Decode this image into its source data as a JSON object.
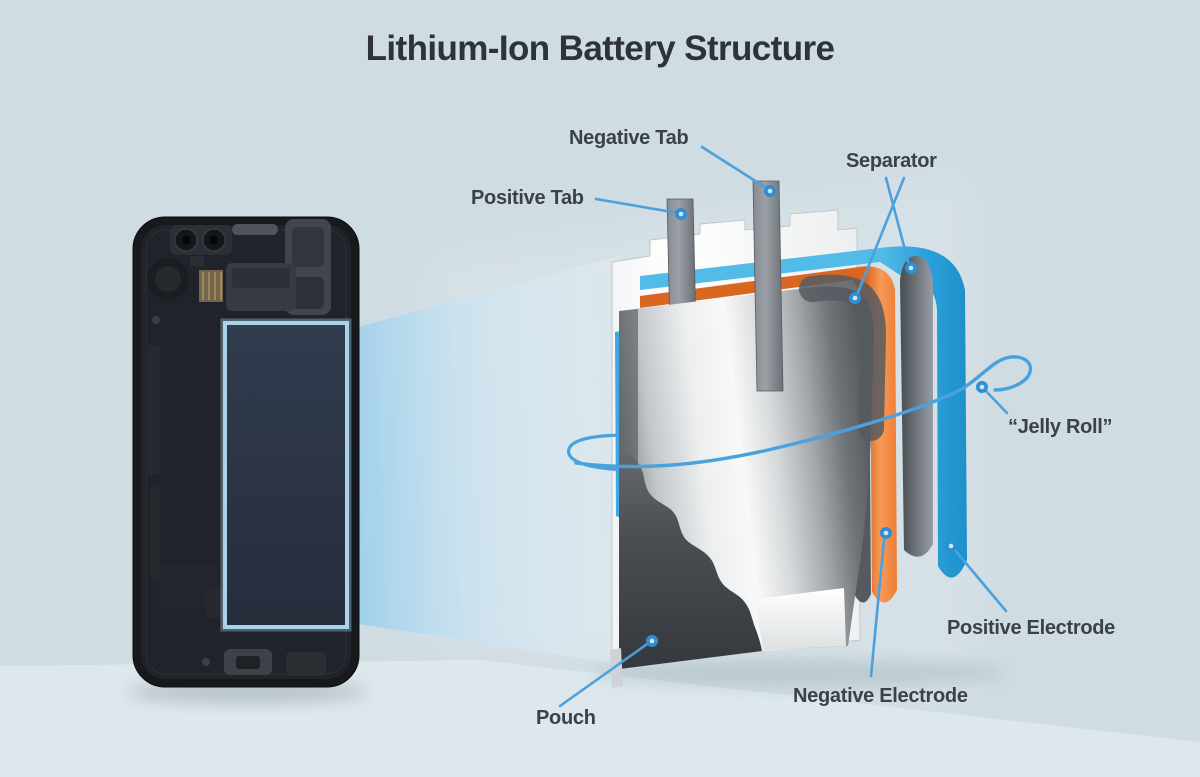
{
  "title": "Lithium-Ion Battery Structure",
  "labels": {
    "negative_tab": "Negative Tab",
    "positive_tab": "Positive Tab",
    "separator": "Separator",
    "jelly_roll": "“Jelly Roll”",
    "positive_electrode": "Positive Electrode",
    "negative_electrode": "Negative Electrode",
    "pouch": "Pouch"
  },
  "colors": {
    "background": "#cfdce2",
    "title_text": "#2e3338",
    "label_text": "#3b4147",
    "callout_line": "#4aa1dd",
    "callout_dot": "#2e8fd2",
    "positive_electrode_blue": "#2ba2dc",
    "negative_electrode_orange": "#f28a4a",
    "separator_gray": "#7b8187",
    "pouch_white": "#ffffff",
    "beam_blue": "#a8d6ef",
    "battery_highlight_border": "#a7d4ea"
  }
}
